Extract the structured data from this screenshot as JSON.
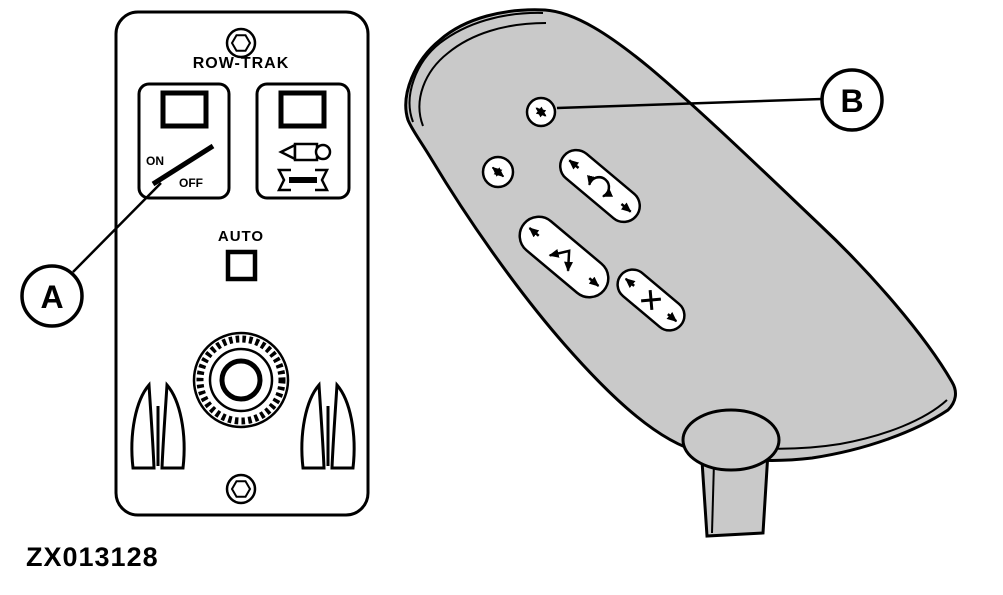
{
  "figure": {
    "code": "ZX013128",
    "background_color": "#ffffff",
    "line_color": "#000000",
    "handle_fill_color": "#c9c9c9"
  },
  "panel": {
    "title": "ROW-TRAK",
    "on_label": "ON",
    "off_label": "OFF",
    "auto_label": "AUTO",
    "icons": {
      "top_bolt": "hex-bolt-icon",
      "bottom_bolt": "hex-bolt-icon",
      "power_switch": "on-off-rocker-switch",
      "service_switch": "service-rocker-switch",
      "service_symbols": [
        "spray-gun-icon",
        "wrench-icon"
      ],
      "auto_button": "auto-square-button",
      "knob": "knurled-knob-icon",
      "left_plant": "crop-row-icon",
      "right_plant": "crop-row-icon"
    }
  },
  "joystick": {
    "buttons": [
      "top-round-arrow-button",
      "left-round-arrow-button",
      "rotate-arrows-button",
      "diagonal-arrows-button",
      "cross-arrows-button"
    ]
  },
  "callouts": {
    "a": "A",
    "b": "B"
  }
}
